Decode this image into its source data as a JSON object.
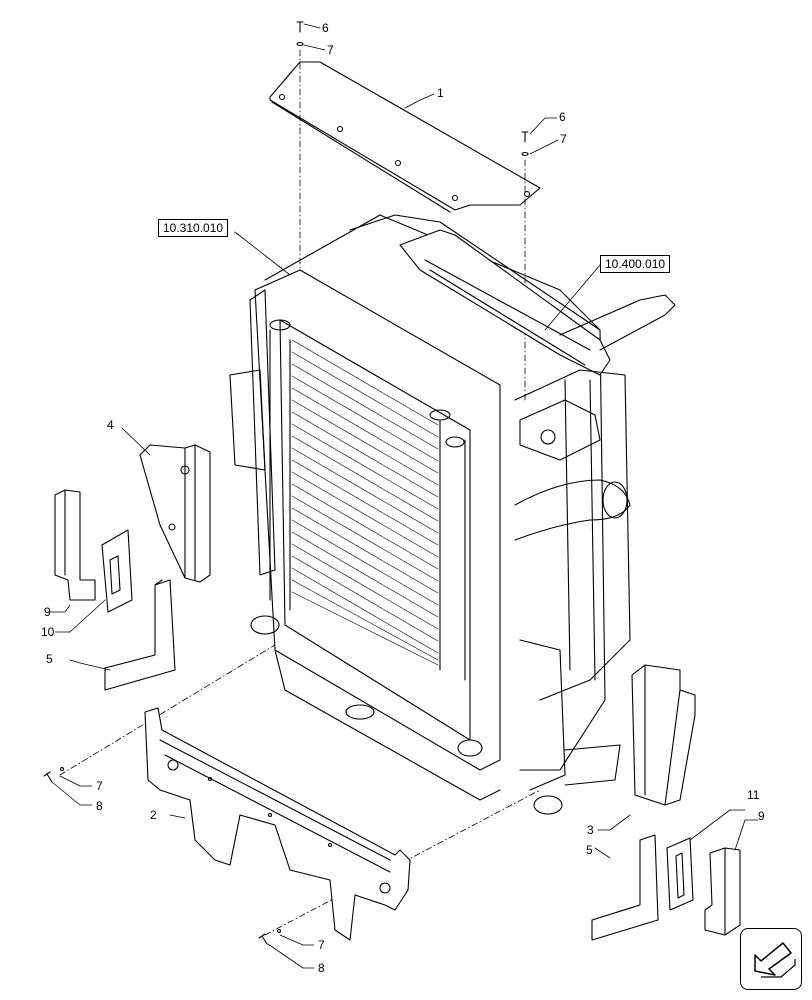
{
  "references": {
    "cooling_module": "10.310.010",
    "charge_air": "10.400.010"
  },
  "callouts": {
    "c1": "1",
    "c2": "2",
    "c3": "3",
    "c4": "4",
    "c5a": "5",
    "c5b": "5",
    "c6a": "6",
    "c6b": "6",
    "c7a": "7",
    "c7b": "7",
    "c7c": "7",
    "c7d": "7",
    "c8a": "8",
    "c8b": "8",
    "c9a": "9",
    "c9b": "9",
    "c10": "10",
    "c11": "11"
  },
  "nav": {
    "icon": "arrow-down-left-icon"
  }
}
